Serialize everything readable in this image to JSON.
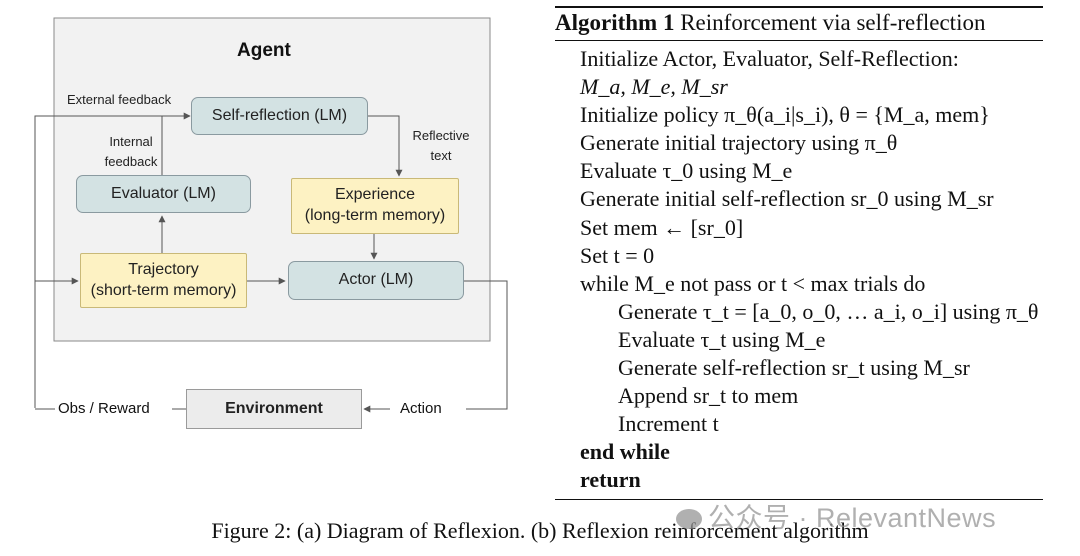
{
  "diagram": {
    "agent_title": "Agent",
    "external_feedback": "External feedback",
    "internal_feedback_line1": "Internal",
    "internal_feedback_line2": "feedback",
    "reflective_text_line1": "Reflective",
    "reflective_text_line2": "text",
    "self_reflection": "Self-reflection (LM)",
    "evaluator": "Evaluator (LM)",
    "experience_line1": "Experience",
    "experience_line2": "(long-term memory)",
    "trajectory_line1": "Trajectory",
    "trajectory_line2": "(short-term memory)",
    "actor": "Actor (LM)",
    "environment": "Environment",
    "obs_reward": "Obs / Reward",
    "action": "Action",
    "colors": {
      "lm_box": "#d3e2e3",
      "memory_box": "#fdf2c3",
      "agent_bg": "#f2f2f2",
      "env_box": "#ececec"
    }
  },
  "algorithm": {
    "label": "Algorithm 1",
    "title": "Reinforcement via self-reflection",
    "lines": {
      "l1": "Initialize Actor, Evaluator, Self-Reflection:",
      "l2": "M_a, M_e, M_sr",
      "l3": "Initialize policy π_θ(a_i|s_i), θ = {M_a, mem}",
      "l4": "Generate initial trajectory using π_θ",
      "l5": "Evaluate τ_0 using M_e",
      "l6": "Generate initial self-reflection sr_0 using M_sr",
      "l7": "Set mem ← [sr_0]",
      "l8": "Set t = 0",
      "l9": "while M_e not pass or t < max trials do",
      "l10": "Generate τ_t = [a_0, o_0, … a_i, o_i] using π_θ",
      "l11": "Evaluate τ_t using M_e",
      "l12": "Generate self-reflection sr_t using M_sr",
      "l13": "Append sr_t to mem",
      "l14": "Increment t",
      "l15": "end while",
      "l16": "return"
    }
  },
  "caption": "Figure 2: (a) Diagram of Reflexion. (b) Reflexion reinforcement algorithm",
  "watermark": "公众号 · RelevantNews"
}
